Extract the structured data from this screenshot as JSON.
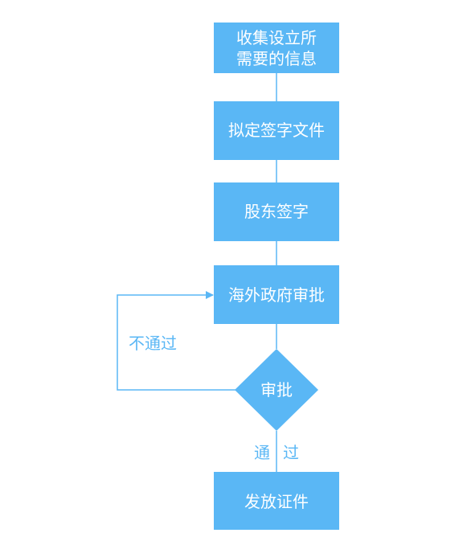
{
  "nodes": {
    "collect_info": {
      "line1": "收集设立所",
      "line2": "需要的信息"
    },
    "draft_documents": {
      "label": "拟定签字文件"
    },
    "shareholder_sign": {
      "label": "股东签字"
    },
    "overseas_approval": {
      "label": "海外政府审批"
    },
    "decision": {
      "label": "审批"
    },
    "issue_certificate": {
      "label": "发放证件"
    }
  },
  "edges": {
    "rejected": {
      "label": "不通过"
    },
    "approved": {
      "label_part1": "通",
      "label_part2": "过"
    }
  },
  "colors": {
    "node_fill": "#5ab7f5",
    "node_text": "#ffffff",
    "edge": "#5ab7f5"
  }
}
